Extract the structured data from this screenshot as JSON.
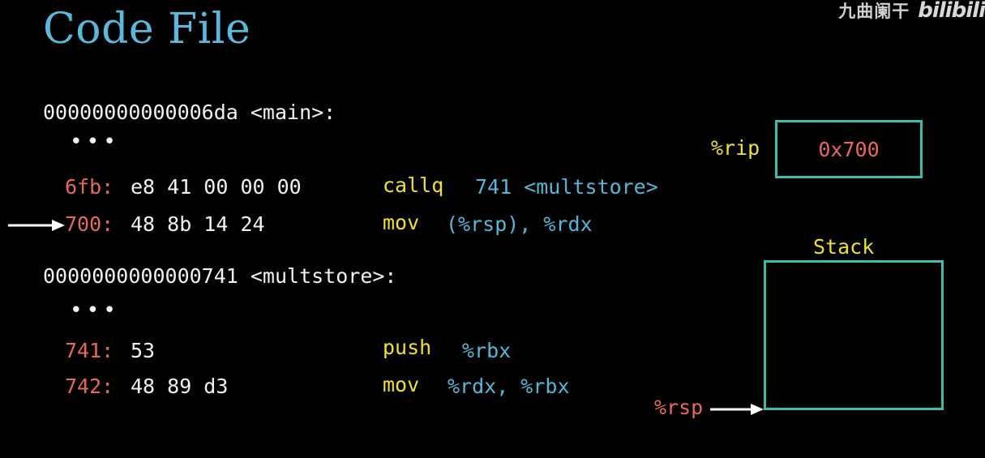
{
  "title": "Code File",
  "watermark": {
    "author": "九曲阑干",
    "brand": "bilibili"
  },
  "code": {
    "main_header": "00000000000006da <main>:",
    "main_ellipsis": "•••",
    "main_lines": [
      {
        "addr": "6fb:",
        "bytes": "e8 41 00 00 00",
        "instr": "callq",
        "args": "741 <multstore>"
      },
      {
        "addr": "700:",
        "bytes": "48 8b 14 24",
        "instr": "mov",
        "args": "(%rsp), %rdx"
      }
    ],
    "multstore_header": "0000000000000741 <multstore>:",
    "multstore_ellipsis": "•••",
    "multstore_lines": [
      {
        "addr": "741:",
        "bytes": "53",
        "instr": "push",
        "args": "%rbx"
      },
      {
        "addr": "742:",
        "bytes": "48 89 d3",
        "instr": "mov",
        "args": "%rdx, %rbx"
      }
    ]
  },
  "registers": {
    "rip_label": "%rip",
    "rip_value": "0x700",
    "rsp_label": "%rsp"
  },
  "stack": {
    "title": "Stack"
  },
  "colors": {
    "title": "#5bb8dd",
    "address": "#e8685c",
    "instruction": "#f0e030",
    "argument": "#54b7da",
    "box_border": "#3bbdac",
    "background": "#000000"
  },
  "icons": {
    "current_instruction_pointer": "right-arrow-icon",
    "stack_pointer": "right-arrow-icon"
  }
}
